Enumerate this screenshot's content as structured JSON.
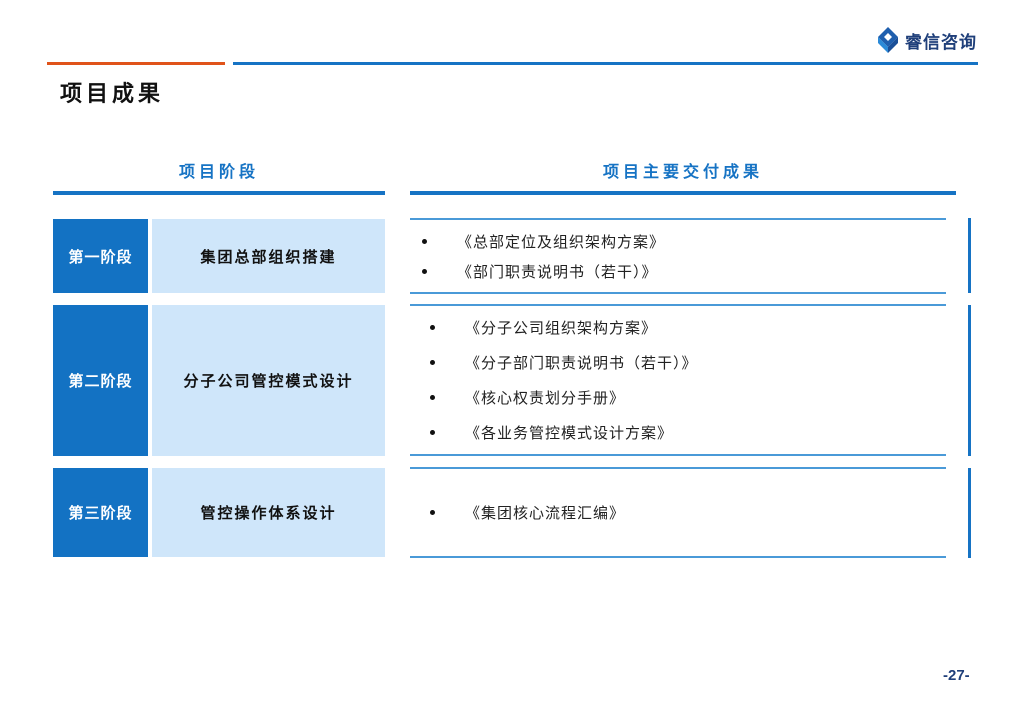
{
  "brand": {
    "logo_text": "睿信咨询",
    "logo_icon": "diamond-logo-icon"
  },
  "colors": {
    "accent_blue": "#1673c4",
    "accent_orange": "#e0531a",
    "light_blue": "#cfe6fa",
    "brand_navy": "#1f3f7a"
  },
  "page": {
    "title": "项目成果",
    "number": "-27-"
  },
  "columns": {
    "left_header": "项目阶段",
    "right_header": "项目主要交付成果"
  },
  "stages": [
    {
      "tag": "第一阶段",
      "name": "集团总部组织搭建",
      "deliverables": [
        "《总部定位及组织架构方案》",
        "《部门职责说明书（若干）》"
      ]
    },
    {
      "tag": "第二阶段",
      "name": "分子公司管控模式设计",
      "deliverables": [
        "《分子公司组织架构方案》",
        "《分子部门职责说明书（若干）》",
        "《核心权责划分手册》",
        "《各业务管控模式设计方案》"
      ]
    },
    {
      "tag": "第三阶段",
      "name": "管控操作体系设计",
      "deliverables": [
        "《集团核心流程汇编》"
      ]
    }
  ]
}
